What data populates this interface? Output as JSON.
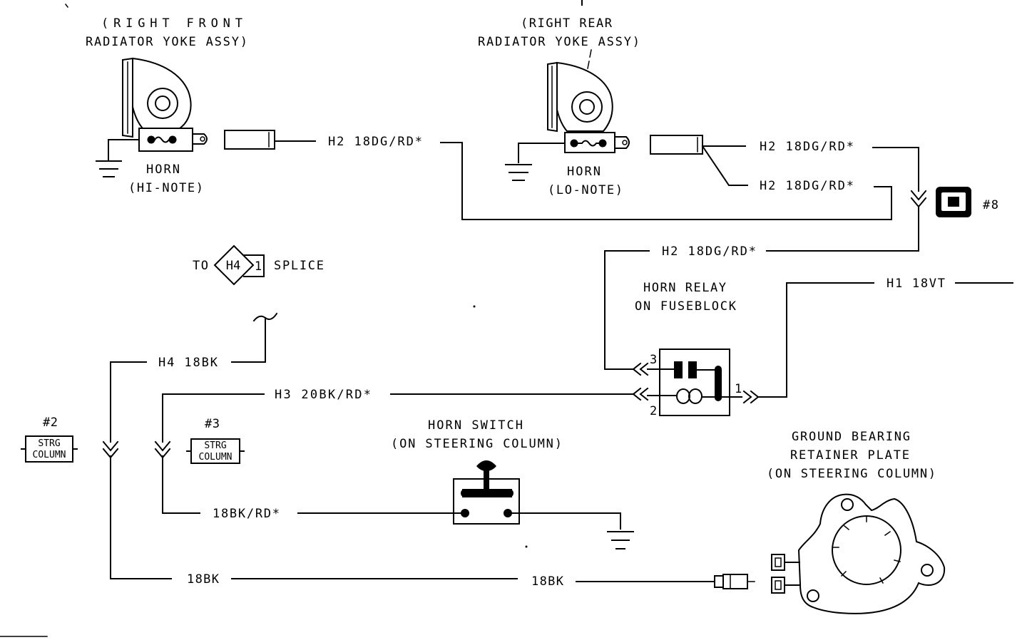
{
  "diagram": {
    "front_horn": {
      "location_line1": "(RIGHT FRONT",
      "location_line2": "RADIATOR YOKE ASSY)",
      "name": "HORN",
      "note": "(HI-NOTE)"
    },
    "rear_horn": {
      "location_line1": "(RIGHT REAR",
      "location_line2": "RADIATOR YOKE ASSY)",
      "name": "HORN",
      "note": "(LO-NOTE)"
    },
    "connector_8": {
      "label": "#8"
    },
    "splice": {
      "prefix": "TO",
      "code": "H4",
      "pin": "1",
      "label": "SPLICE"
    },
    "relay": {
      "name": "HORN RELAY",
      "location": "ON FUSEBLOCK",
      "pin_3": "3",
      "pin_2": "2",
      "pin_1": "1"
    },
    "connector_2": {
      "label": "#2",
      "box_line1": "STRG",
      "box_line2": "COLUMN"
    },
    "connector_3": {
      "label": "#3",
      "box_line1": "STRG",
      "box_line2": "COLUMN"
    },
    "horn_switch": {
      "name": "HORN SWITCH",
      "location": "(ON STEERING COLUMN)"
    },
    "ground_plate": {
      "line1": "GROUND BEARING",
      "line2": "RETAINER PLATE",
      "line3": "(ON STEERING COLUMN)"
    },
    "wires": {
      "h2_front": "H2 18DG/RD*",
      "h2_rear_upper": "H2 18DG/RD*",
      "h2_rear_lower": "H2 18DG/RD*",
      "h2_relay": "H2 18DG/RD*",
      "h1": "H1 18VT",
      "h3": "H3 20BK/RD*",
      "h4": "H4 18BK",
      "switch_wire": "18BK/RD*",
      "ground_left": "18BK",
      "ground_right": "18BK"
    }
  },
  "colors": {
    "ink": "#000000",
    "paper": "#ffffff"
  }
}
